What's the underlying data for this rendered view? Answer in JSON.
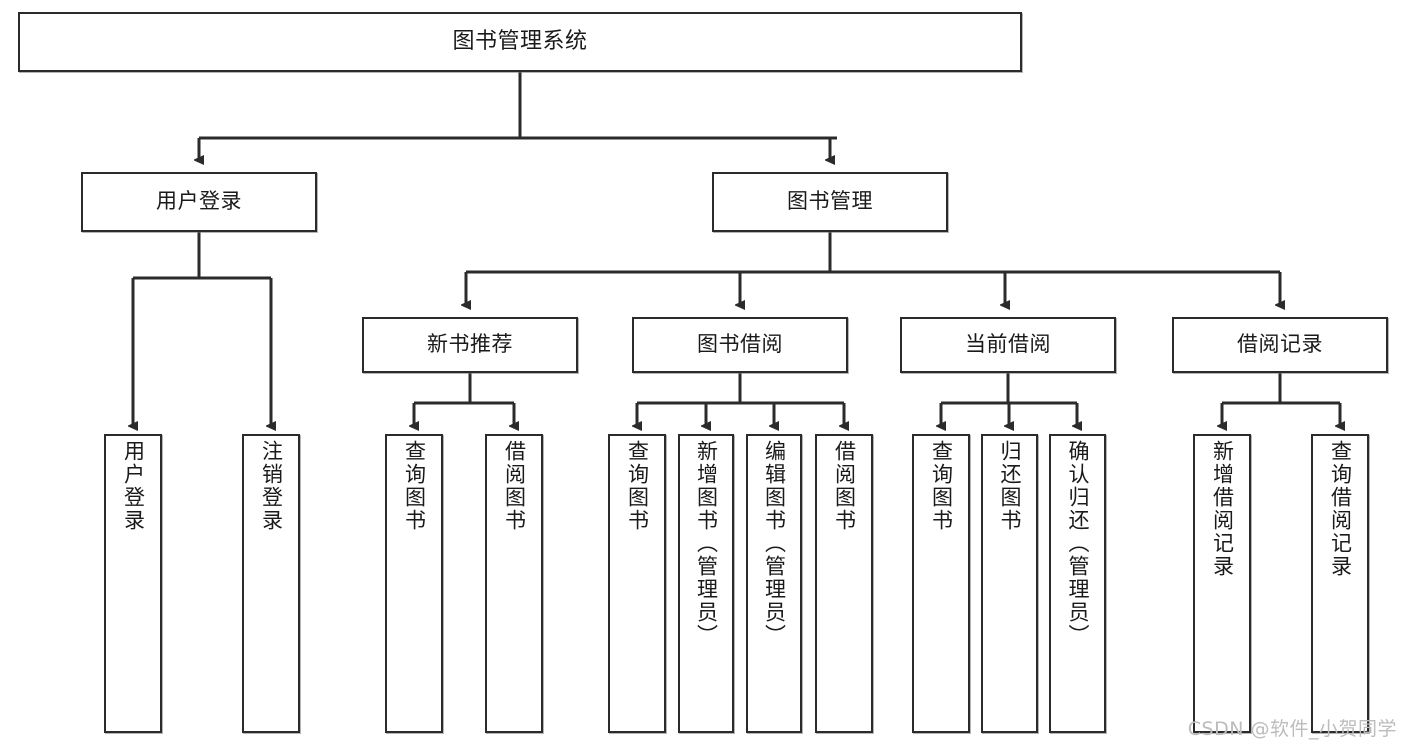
{
  "diagram": {
    "title": "图书管理系统",
    "type": "tree",
    "watermark": "CSDN @软件_小贺同学",
    "stroke_color": "#2b2b2b",
    "fill_color": "#ffffff",
    "text_color": "#1a1a1a",
    "watermark_color": "#bcbcbc"
  },
  "nodes": {
    "root": {
      "label": "图书管理系统",
      "level": 0,
      "orientation": "horizontal"
    },
    "l1": [
      {
        "id": "user-login",
        "label": "用户登录",
        "level": 1,
        "orientation": "horizontal"
      },
      {
        "id": "book-manage",
        "label": "图书管理",
        "level": 1,
        "orientation": "horizontal"
      }
    ],
    "l2": [
      {
        "id": "new-book-recommend",
        "label": "新书推荐",
        "level": 2,
        "orientation": "horizontal",
        "parent": "book-manage"
      },
      {
        "id": "book-borrow",
        "label": "图书借阅",
        "level": 2,
        "orientation": "horizontal",
        "parent": "book-manage"
      },
      {
        "id": "current-borrow",
        "label": "当前借阅",
        "level": 2,
        "orientation": "horizontal",
        "parent": "book-manage"
      },
      {
        "id": "borrow-record",
        "label": "借阅记录",
        "level": 2,
        "orientation": "horizontal",
        "parent": "book-manage"
      }
    ],
    "leaves": [
      {
        "id": "leaf-user-login",
        "label": "用户登录",
        "parent": "user-login"
      },
      {
        "id": "leaf-user-logout",
        "label": "注销登录",
        "parent": "user-login"
      },
      {
        "id": "leaf-query-book-1",
        "label": "查询图书",
        "parent": "new-book-recommend"
      },
      {
        "id": "leaf-borrow-book-1",
        "label": "借阅图书",
        "parent": "new-book-recommend"
      },
      {
        "id": "leaf-query-book-2",
        "label": "查询图书",
        "parent": "book-borrow"
      },
      {
        "id": "leaf-add-book",
        "label": "新增图书（管理员）",
        "parent": "book-borrow"
      },
      {
        "id": "leaf-edit-book",
        "label": "编辑图书（管理员）",
        "parent": "book-borrow"
      },
      {
        "id": "leaf-borrow-book-2",
        "label": "借阅图书",
        "parent": "book-borrow"
      },
      {
        "id": "leaf-query-book-3",
        "label": "查询图书",
        "parent": "current-borrow"
      },
      {
        "id": "leaf-return-book",
        "label": "归还图书",
        "parent": "current-borrow"
      },
      {
        "id": "leaf-confirm-return",
        "label": "确认归还（管理员）",
        "parent": "current-borrow"
      },
      {
        "id": "leaf-add-record",
        "label": "新增借阅记录",
        "parent": "borrow-record"
      },
      {
        "id": "leaf-query-record",
        "label": "查询借阅记录",
        "parent": "borrow-record"
      }
    ]
  }
}
